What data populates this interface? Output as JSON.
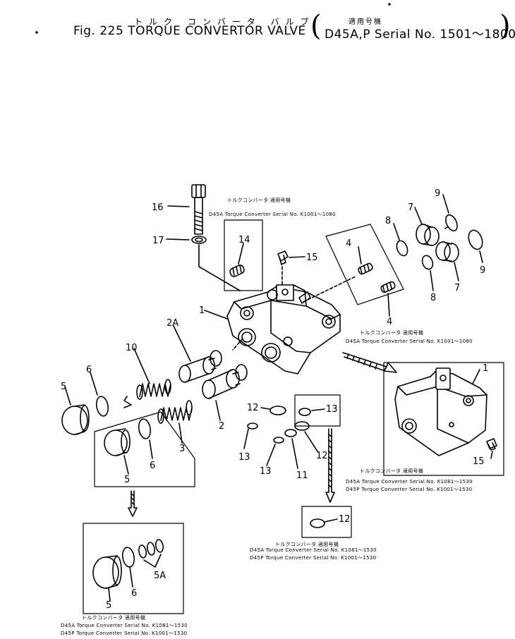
{
  "header": {
    "kana_title": "トルク コンバータ バルブ",
    "kana_applic": "適用号機",
    "fig_line": "Fig. 225  TORQUE CONVERTOR VALVE",
    "model_line": "D45A,P  Serial No. 1501～1800"
  },
  "parts": [
    {
      "id": "p16",
      "text": "16"
    },
    {
      "id": "p17",
      "text": "17"
    },
    {
      "id": "p14",
      "text": "14"
    },
    {
      "id": "p15a",
      "text": "15"
    },
    {
      "id": "p4a",
      "text": "4"
    },
    {
      "id": "p4b",
      "text": "4"
    },
    {
      "id": "p1a",
      "text": "1"
    },
    {
      "id": "p2a",
      "text": "2A"
    },
    {
      "id": "p10",
      "text": "10"
    },
    {
      "id": "p6a",
      "text": "6"
    },
    {
      "id": "p5a",
      "text": "5"
    },
    {
      "id": "p3",
      "text": "3"
    },
    {
      "id": "p2",
      "text": "2"
    },
    {
      "id": "p6b",
      "text": "6"
    },
    {
      "id": "p5b",
      "text": "5"
    },
    {
      "id": "p8a",
      "text": "8"
    },
    {
      "id": "p7a",
      "text": "7"
    },
    {
      "id": "p9a",
      "text": "9"
    },
    {
      "id": "p9b",
      "text": "9"
    },
    {
      "id": "p8b",
      "text": "8"
    },
    {
      "id": "p7b",
      "text": "7"
    },
    {
      "id": "p12a",
      "text": "12"
    },
    {
      "id": "p13a",
      "text": "13"
    },
    {
      "id": "p13b",
      "text": "13"
    },
    {
      "id": "p12b",
      "text": "12"
    },
    {
      "id": "p13c",
      "text": "13"
    },
    {
      "id": "p11",
      "text": "11"
    },
    {
      "id": "p1b",
      "text": "1"
    },
    {
      "id": "p15b",
      "text": "15"
    },
    {
      "id": "p12c",
      "text": "12"
    },
    {
      "id": "p6c",
      "text": "6"
    },
    {
      "id": "p5c",
      "text": "5"
    },
    {
      "id": "p5ac",
      "text": "5A"
    }
  ],
  "notes": {
    "top": {
      "kana": "トルクコンバータ 適用号機",
      "lines": [
        "D45A  Torque  Converter  Serial  No.  K1001～1080"
      ]
    },
    "right": {
      "kana": "トルクコンバータ 適用号機",
      "lines": [
        "D45A  Torque  Converter  Serial  No.  K1001～1080"
      ]
    },
    "box": {
      "kana": "トルクコンバータ 適用号機",
      "lines": [
        "D45A  Torque  Converter  Serial  No.  K1081～1530",
        "D45P  Torque  Converter  Serial  No.  K1001～1530"
      ]
    },
    "mid": {
      "kana": "トルクコンバータ 適用号機",
      "lines": [
        "D45A  Torque  Converter  Serial  No.  K1081～1530",
        "D45P  Torque  Converter  Serial  No.  K1001～1530"
      ]
    },
    "bottom": {
      "kana": "トルクコンバータ 適用号機",
      "lines": [
        "D45A  Torque  Converter  Serial  No.  K1081～1530",
        "D45P  Torque  Converter  Serial  No.  K1001～1530"
      ]
    }
  }
}
